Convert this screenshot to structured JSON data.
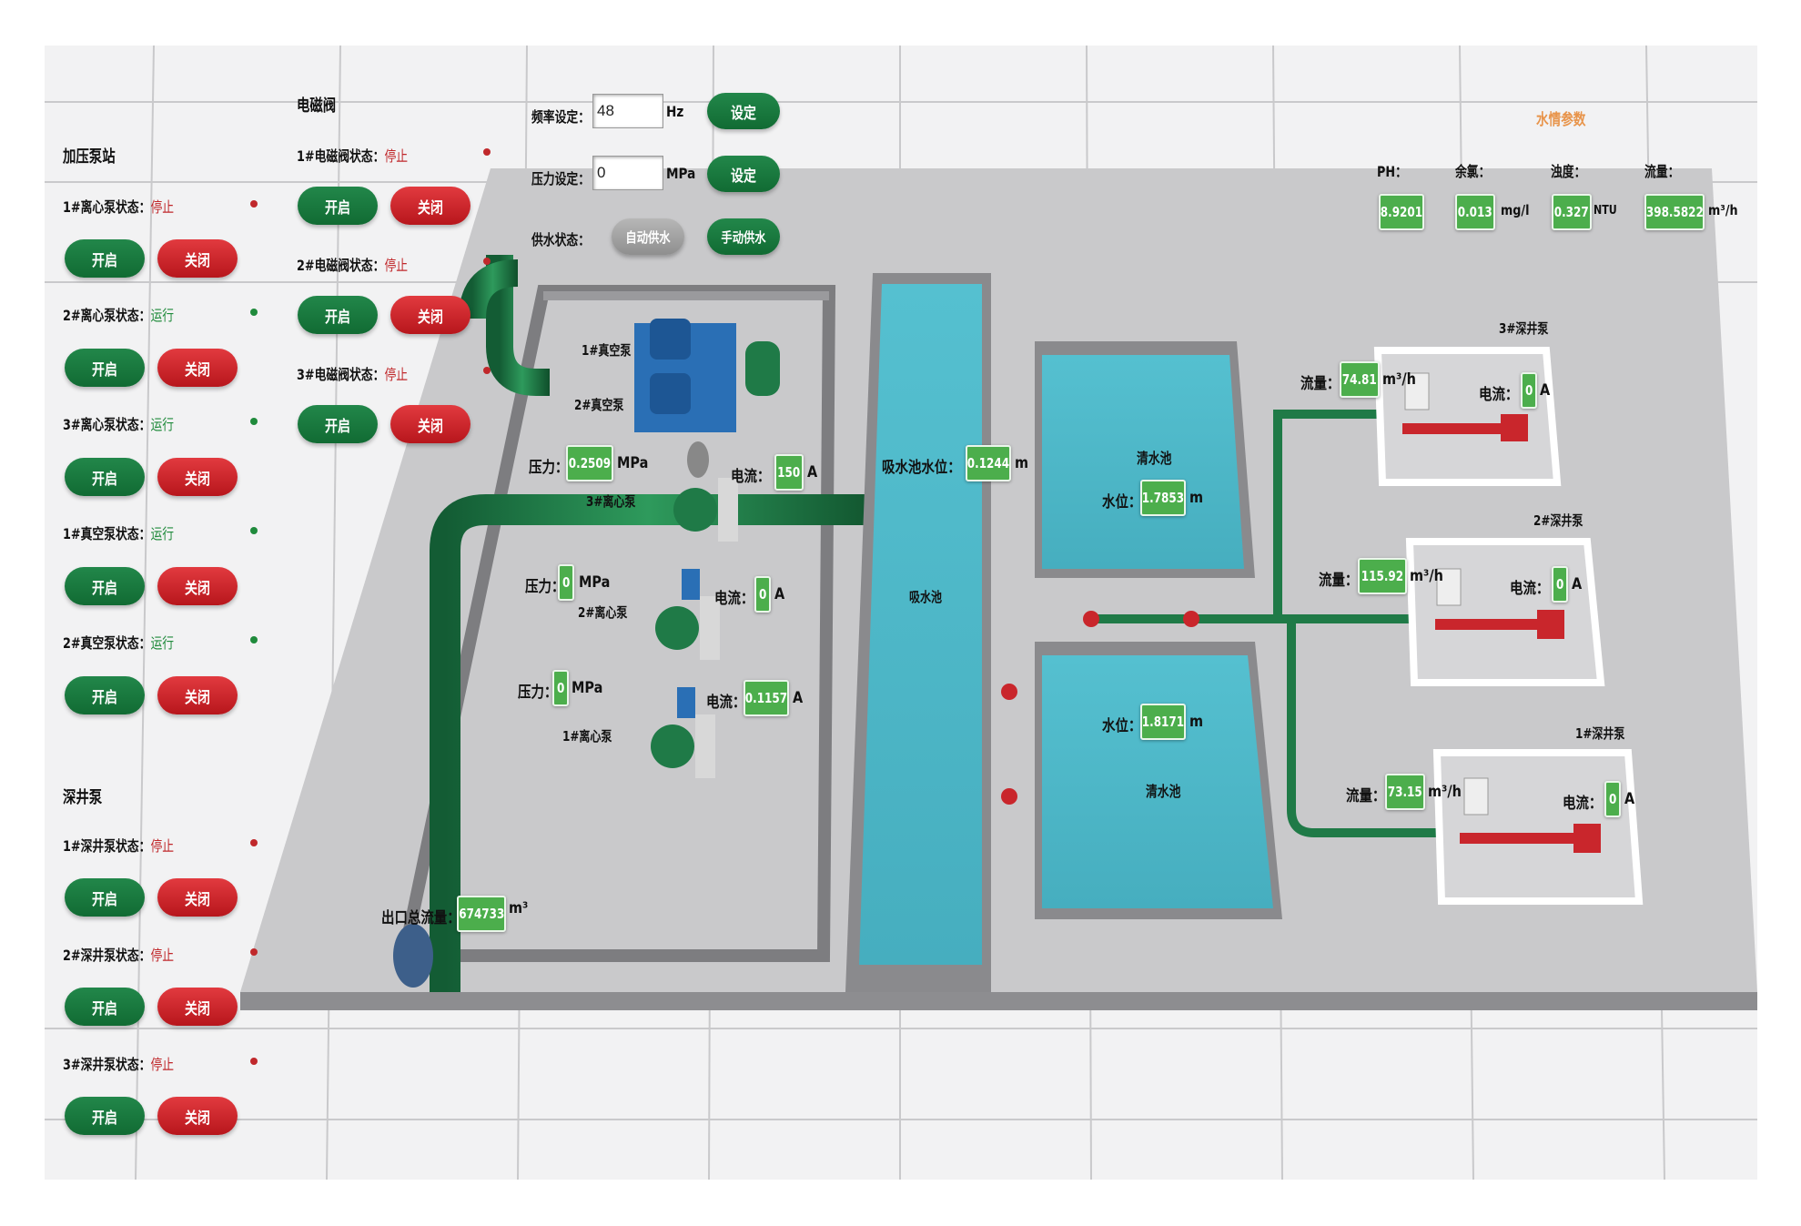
{
  "colors": {
    "open_button": "#157a3a",
    "close_button": "#d0262c",
    "value_badge": "#4cae4c",
    "state_stopped": "#c0282b",
    "state_running": "#1f8a3b",
    "water": "#4fb9c9",
    "pipe": "#1f7a47"
  },
  "booster_station": {
    "title": "加压泵站",
    "items": [
      {
        "label": "1#离心泵状态：",
        "state": "停止",
        "led": "red"
      },
      {
        "label": "2#离心泵状态：",
        "state": "运行",
        "led": "green"
      },
      {
        "label": "3#离心泵状态：",
        "state": "运行",
        "led": "green"
      },
      {
        "label": "1#真空泵状态：",
        "state": "运行",
        "led": "green"
      },
      {
        "label": "2#真空泵状态：",
        "state": "运行",
        "led": "green"
      }
    ]
  },
  "deep_well": {
    "title": "深井泵",
    "items": [
      {
        "label": "1#深井泵状态：",
        "state": "停止",
        "led": "red"
      },
      {
        "label": "2#深井泵状态：",
        "state": "停止",
        "led": "red"
      },
      {
        "label": "3#深井泵状态：",
        "state": "停止",
        "led": "red"
      }
    ]
  },
  "solenoid": {
    "title": "电磁阀",
    "items": [
      {
        "label": "1#电磁阀状态：",
        "state": "停止",
        "led": "red"
      },
      {
        "label": "2#电磁阀状态：",
        "state": "停止",
        "led": "red"
      },
      {
        "label": "3#电磁阀状态：",
        "state": "停止",
        "led": "red"
      }
    ]
  },
  "buttons": {
    "open": "开启",
    "close": "关闭",
    "set": "设定",
    "auto_supply": "自动供水",
    "manual_supply": "手动供水"
  },
  "controls": {
    "freq_label": "频率设定：",
    "freq_value": "48",
    "freq_unit": "Hz",
    "pressure_label": "压力设定：",
    "pressure_value": "0",
    "pressure_unit": "MPa",
    "supply_label": "供水状态："
  },
  "water_params": {
    "title": "水情参数",
    "ph": {
      "label": "PH：",
      "value": "8.9201",
      "unit": ""
    },
    "chlorine": {
      "label": "余氯：",
      "value": "0.013",
      "unit": "mg/l"
    },
    "turbidity": {
      "label": "浊度：",
      "value": "0.327",
      "unit": "NTU"
    },
    "flow": {
      "label": "流量：",
      "value": "398.5822",
      "unit": "m³/h"
    }
  },
  "pump_room": {
    "vacuum1": "1#真空泵",
    "vacuum2": "2#真空泵",
    "pump3": {
      "name": "3#离心泵",
      "pressure_label": "压力：",
      "pressure": "0.2509",
      "pressure_unit": "MPa",
      "current_label": "电流：",
      "current": "150",
      "current_unit": "A"
    },
    "pump2": {
      "name": "2#离心泵",
      "pressure_label": "压力：",
      "pressure": "0",
      "pressure_unit": "MPa",
      "current_label": "电流：",
      "current": "0",
      "current_unit": "A"
    },
    "pump1": {
      "name": "1#离心泵",
      "pressure_label": "压力：",
      "pressure": "0",
      "pressure_unit": "MPa",
      "current_label": "电流：",
      "current": "0.1157",
      "current_unit": "A"
    },
    "outlet_label": "出口总流量：",
    "outlet_value": "674733",
    "outlet_unit": "m³"
  },
  "suction_tank": {
    "name": "吸水池",
    "level_label": "吸水池水位：",
    "level": "0.1244",
    "unit": "m"
  },
  "clear_tank_top": {
    "name": "清水池",
    "level_label": "水位：",
    "level": "1.7853",
    "unit": "m"
  },
  "clear_tank_bottom": {
    "name": "清水池",
    "level_label": "水位：",
    "level": "1.8171",
    "unit": "m"
  },
  "wells": [
    {
      "name": "3#深井泵",
      "flow_label": "流量：",
      "flow": "74.81",
      "flow_unit": "m³/h",
      "current_label": "电流：",
      "current": "0",
      "current_unit": "A"
    },
    {
      "name": "2#深井泵",
      "flow_label": "流量：",
      "flow": "115.92",
      "flow_unit": "m³/h",
      "current_label": "电流：",
      "current": "0",
      "current_unit": "A"
    },
    {
      "name": "1#深井泵",
      "flow_label": "流量：",
      "flow": "73.15",
      "flow_unit": "m³/h",
      "current_label": "电流：",
      "current": "0",
      "current_unit": "A"
    }
  ]
}
